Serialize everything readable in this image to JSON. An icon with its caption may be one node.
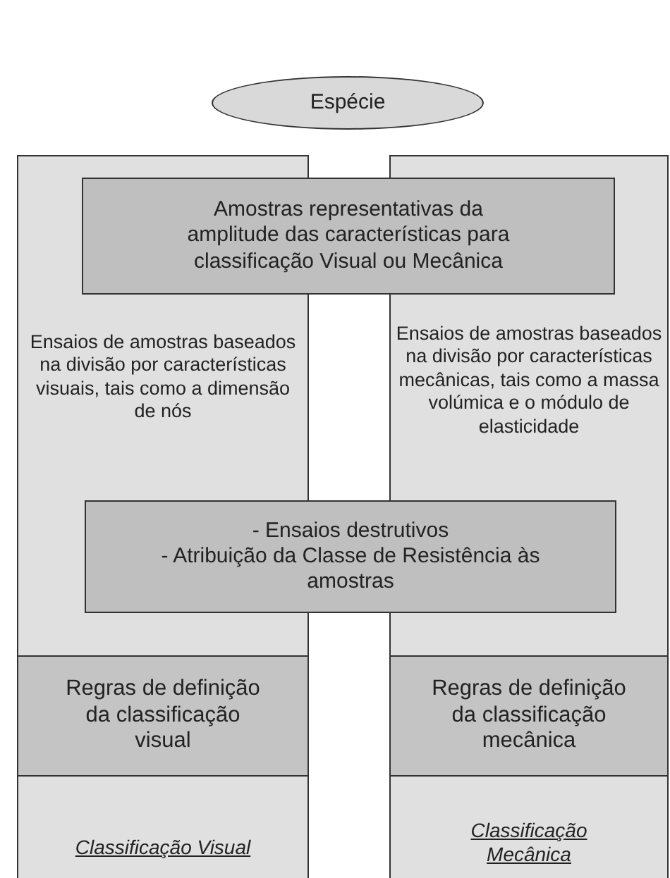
{
  "diagram": {
    "nodes": [
      {
        "text": [
          "Espécie"
        ]
      },
      {
        "text": [
          "Ensaios de amostras baseados na divisão por características visuais, tais como a dimensão de nós"
        ]
      },
      {
        "text": [
          "Ensaios de amostras baseados na divisão por características mecânicas, tais como a massa volúmica e o módulo de elasticidade"
        ]
      },
      {
        "text": [
          "Amostras representativas da amplitude das características para classificação Visual ou Mecânica"
        ]
      },
      {
        "text": [
          "- Ensaios destrutivos",
          "- Atribuição da Classe de Resistência às amostras"
        ]
      },
      {
        "text": [
          "Regras de definição da classificação visual"
        ]
      },
      {
        "text": [
          "Regras de definição da classificação mecânica"
        ]
      },
      {
        "text": [
          "Classificação Visual"
        ]
      },
      {
        "text": [
          "Classificação Mecânica"
        ]
      }
    ]
  }
}
